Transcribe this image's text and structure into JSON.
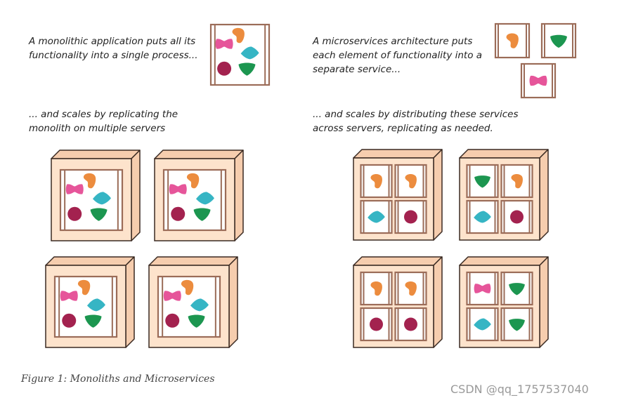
{
  "captions": {
    "monolith_intro": [
      "A monolithic application puts all its",
      "functionality into a single process..."
    ],
    "monolith_scale": [
      "... and scales by replicating the",
      "monolith on multiple servers"
    ],
    "micro_intro": [
      "A microservices architecture puts",
      "each element of functionality into a",
      "separate service..."
    ],
    "micro_scale": [
      "... and scales by distributing these services",
      "across servers, replicating as needed."
    ]
  },
  "figure_caption": "Figure 1: Monoliths and Microservices",
  "watermark": "CSDN @qq_1757537040",
  "colors": {
    "server_face": "#fde3cc",
    "server_side": "#f6cdae",
    "server_outline": "#3a2a22",
    "process_border": "#9b6c58",
    "pink": "#e6559a",
    "orange": "#ec8c3e",
    "teal": "#36b5c4",
    "maroon": "#a3224f",
    "green": "#1c9650"
  },
  "icons": [
    "pink-bowtie-icon",
    "orange-blob-icon",
    "teal-lozenge-icon",
    "maroon-circle-icon",
    "green-shield-icon"
  ]
}
